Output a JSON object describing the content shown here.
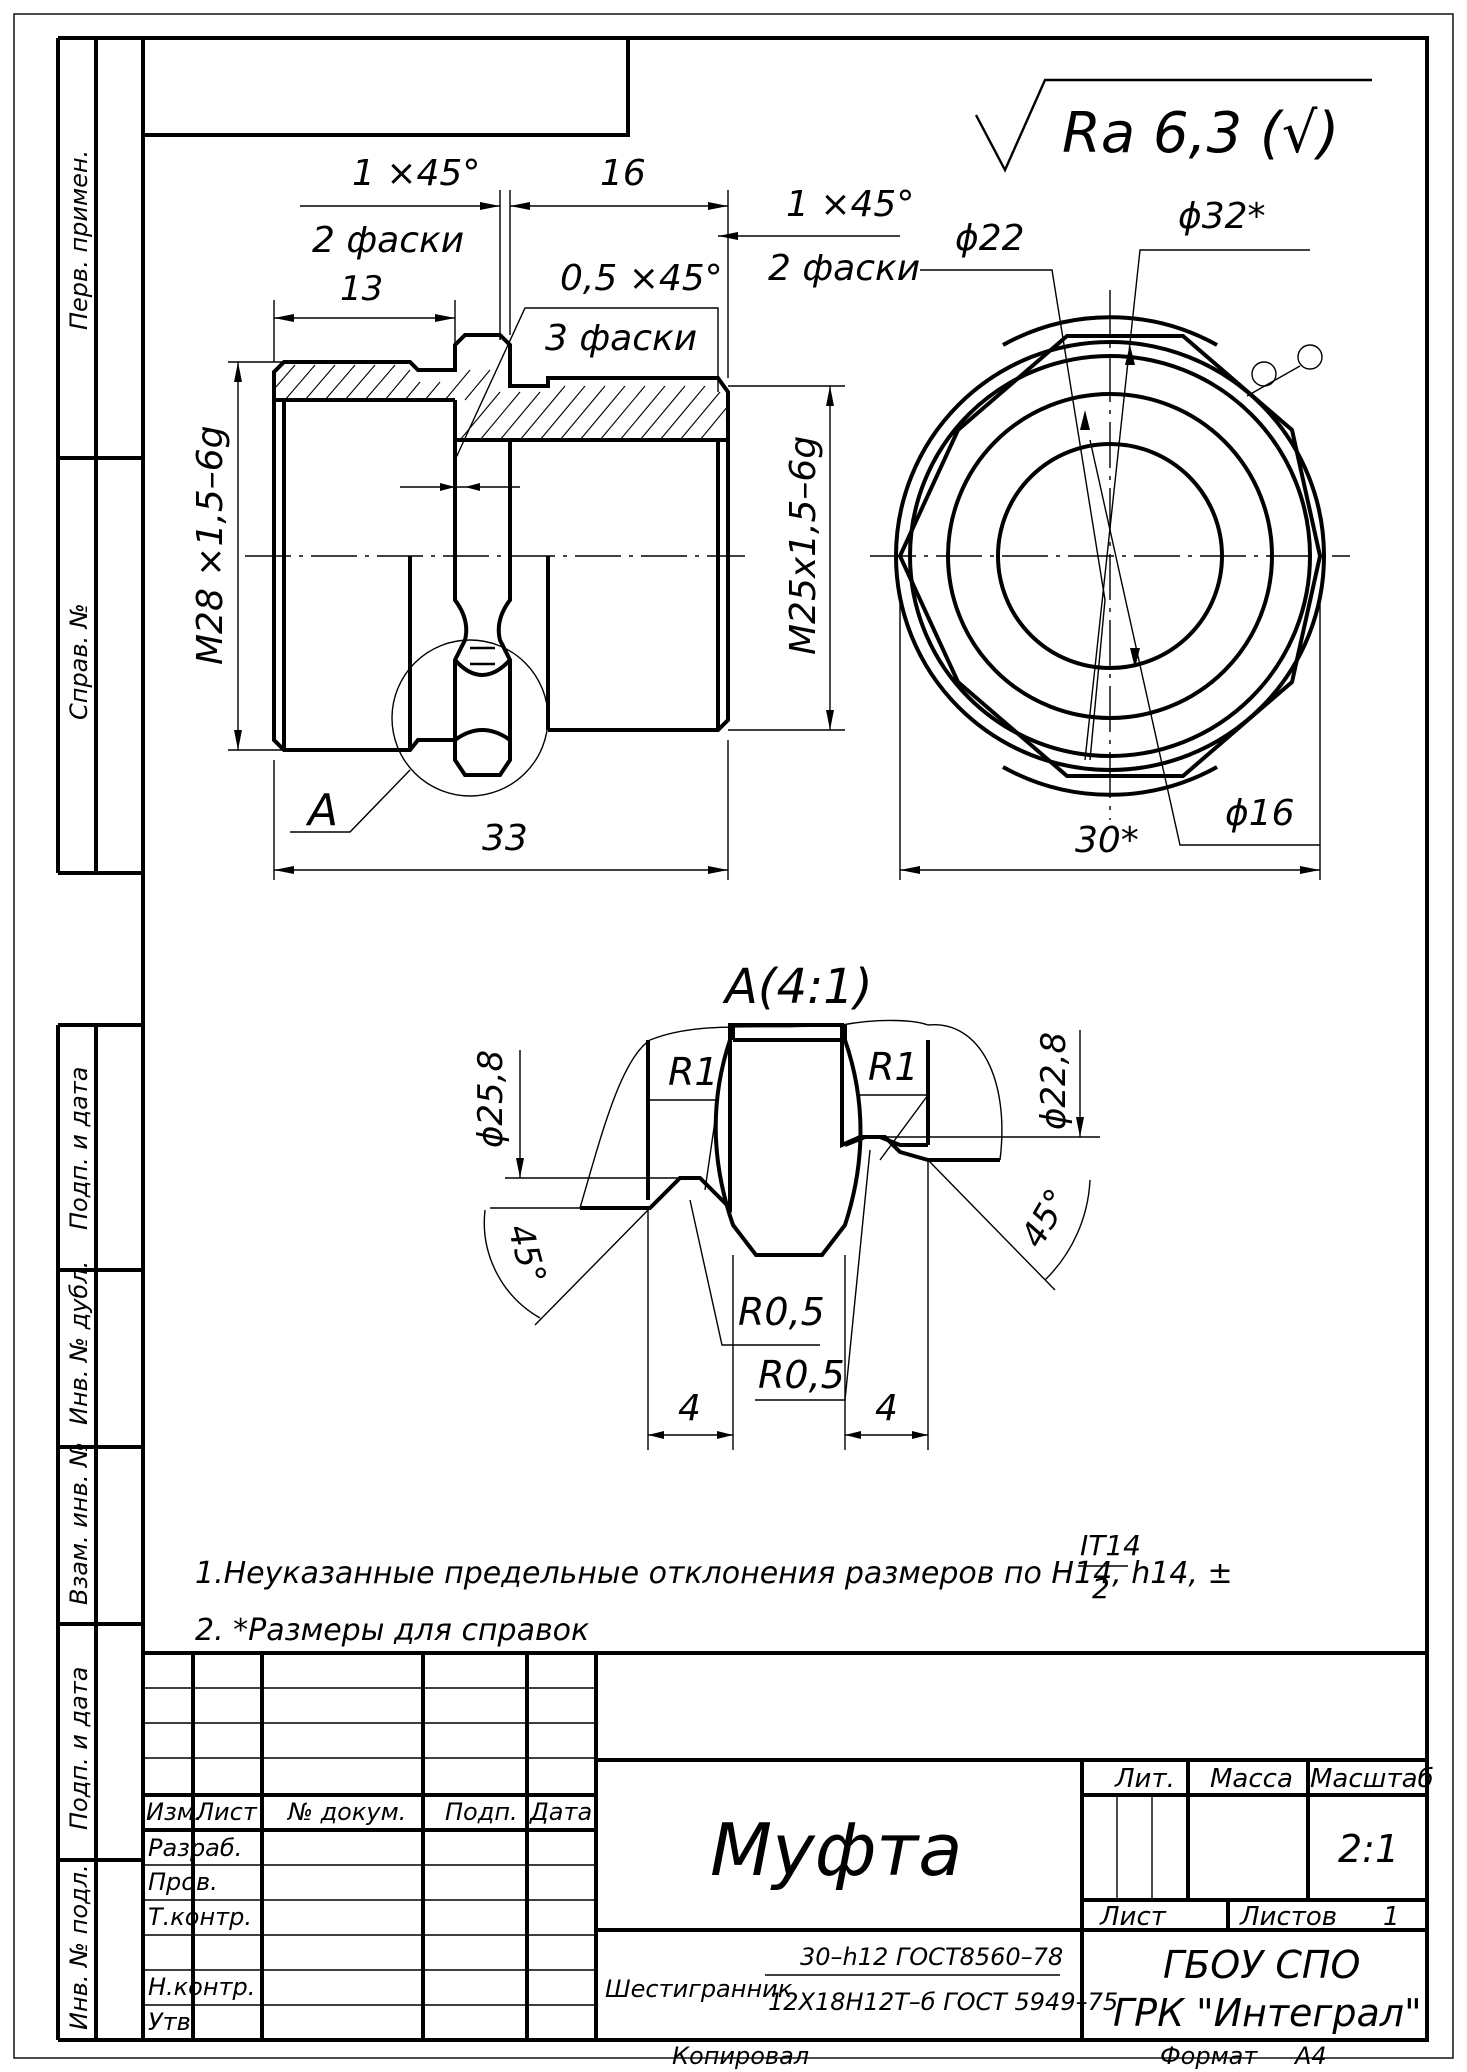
{
  "roughness": {
    "mark": "Ra 6,3 (√)"
  },
  "front_view": {
    "chamfer_left": "1 ×45°",
    "chamfer_left_count": "2 фаски",
    "len_16": "16",
    "len_13": "13",
    "chamfer_mid": "0,5 ×45°",
    "chamfer_mid_count": "3 фаски",
    "chamfer_right": "1 ×45°",
    "chamfer_right_count": "2 фаски",
    "thread_left": "М28 ×1,5–6g",
    "thread_right": "M25x1,5–6g",
    "len_33": "33",
    "detail_callout": "А"
  },
  "side_view": {
    "dia_22": "ϕ22",
    "dia_32": "ϕ32*",
    "dia_16": "ϕ16",
    "across_flats": "30*"
  },
  "detail": {
    "title": "А(4:1)",
    "r1_left": "R1",
    "r1_right": "R1",
    "dia_258": "ϕ25,8",
    "dia_228": "ϕ22,8",
    "angle_left": "45°",
    "angle_right": "45°",
    "r05_a": "R0,5",
    "r05_b": "R0,5",
    "len_4a": "4",
    "len_4b": "4"
  },
  "notes": {
    "note1": "1.Неуказанные предельные отклонения размеров по Н14, h14, ±",
    "note1_num": "IT14",
    "note1_den": "2",
    "note2": "2. *Размеры для справок"
  },
  "side_strip": {
    "perv": "Перв. примен.",
    "sprav": "Справ. №",
    "podp1": "Подп. и дата",
    "inv_dubl": "Инв. № дубл.",
    "vzam": "Взам. инв. №",
    "podp2": "Подп. и дата",
    "inv_podl": "Инв. № подл."
  },
  "title_block": {
    "col_izm": "Изм.",
    "col_list": "Лист",
    "col_doc": "№ докум.",
    "col_podp": "Подп.",
    "col_date": "Дата",
    "razrab": "Разраб.",
    "prov": "Пров.",
    "tkontr": "Т.контр.",
    "nkontr": "Н.контр.",
    "utv": "Утв.",
    "name": "Муфта",
    "lit": "Лит.",
    "massa": "Масса",
    "masshtab": "Масштаб",
    "scale": "2:1",
    "list": "Лист",
    "listov": "Листов",
    "listov_val": "1",
    "material_name": "Шестигранник",
    "material_top": "30–h12 ГОСТ8560–78",
    "material_bottom": "12Х18Н12Т–б ГОСТ 5949–75",
    "org_line1": "ГБОУ СПО",
    "org_line2": "ГРК \"Интеграл\""
  },
  "footer": {
    "kopiroval": "Копировал",
    "format": "Формат",
    "format_val": "А4"
  }
}
